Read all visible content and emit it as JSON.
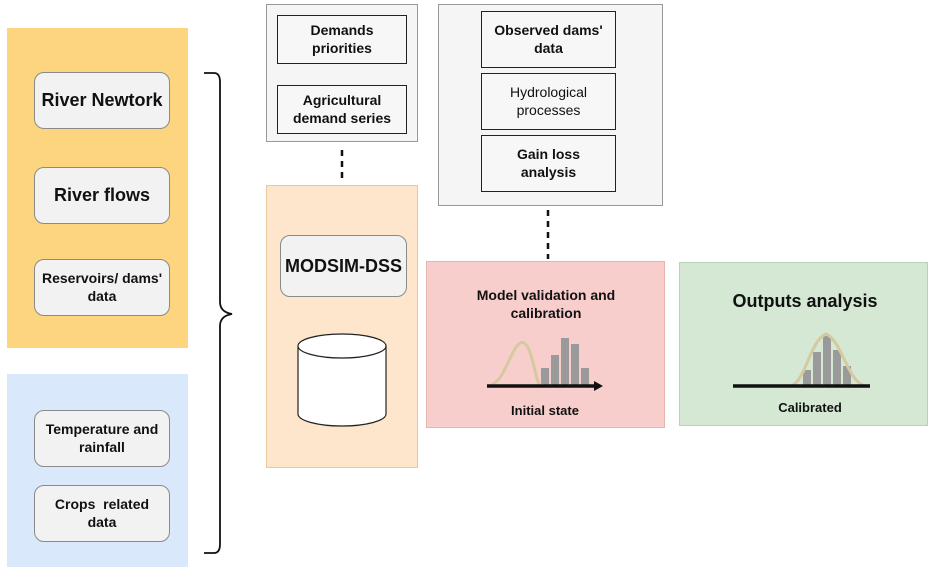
{
  "inputs": {
    "spatial_items": [
      "River Newtork",
      "River flows",
      "Reservoirs/ dams' data"
    ],
    "climate_items": [
      "Temperature and rainfall",
      "Crops  related data"
    ]
  },
  "demand_panel": {
    "items": [
      "Demands priorities",
      "Agricultural demand series"
    ]
  },
  "model_panel": {
    "title": "MODSIM-DSS"
  },
  "observed_panel": {
    "items": [
      "Observed dams' data",
      "Hydrological processes",
      "Gain loss analysis"
    ]
  },
  "validation_panel": {
    "title": "Model validation and calibration",
    "caption": "Initial state",
    "histogram": [
      0.35,
      0.55,
      0.9,
      0.8,
      0.35
    ]
  },
  "outputs_panel": {
    "title": "Outputs analysis",
    "caption": "Calibrated",
    "histogram": [
      0.3,
      0.65,
      0.95,
      0.7,
      0.4
    ]
  },
  "colors": {
    "orange_panel": "#fdd57e",
    "blue_panel": "#dae8fc",
    "peach_panel": "#fde6cc",
    "pink_panel": "#f8cecc",
    "green_panel": "#d5e8d4",
    "grey_panel": "#f5f5f5",
    "bar_fill": "#9a9a9a",
    "curve": "#d6c9a0"
  }
}
